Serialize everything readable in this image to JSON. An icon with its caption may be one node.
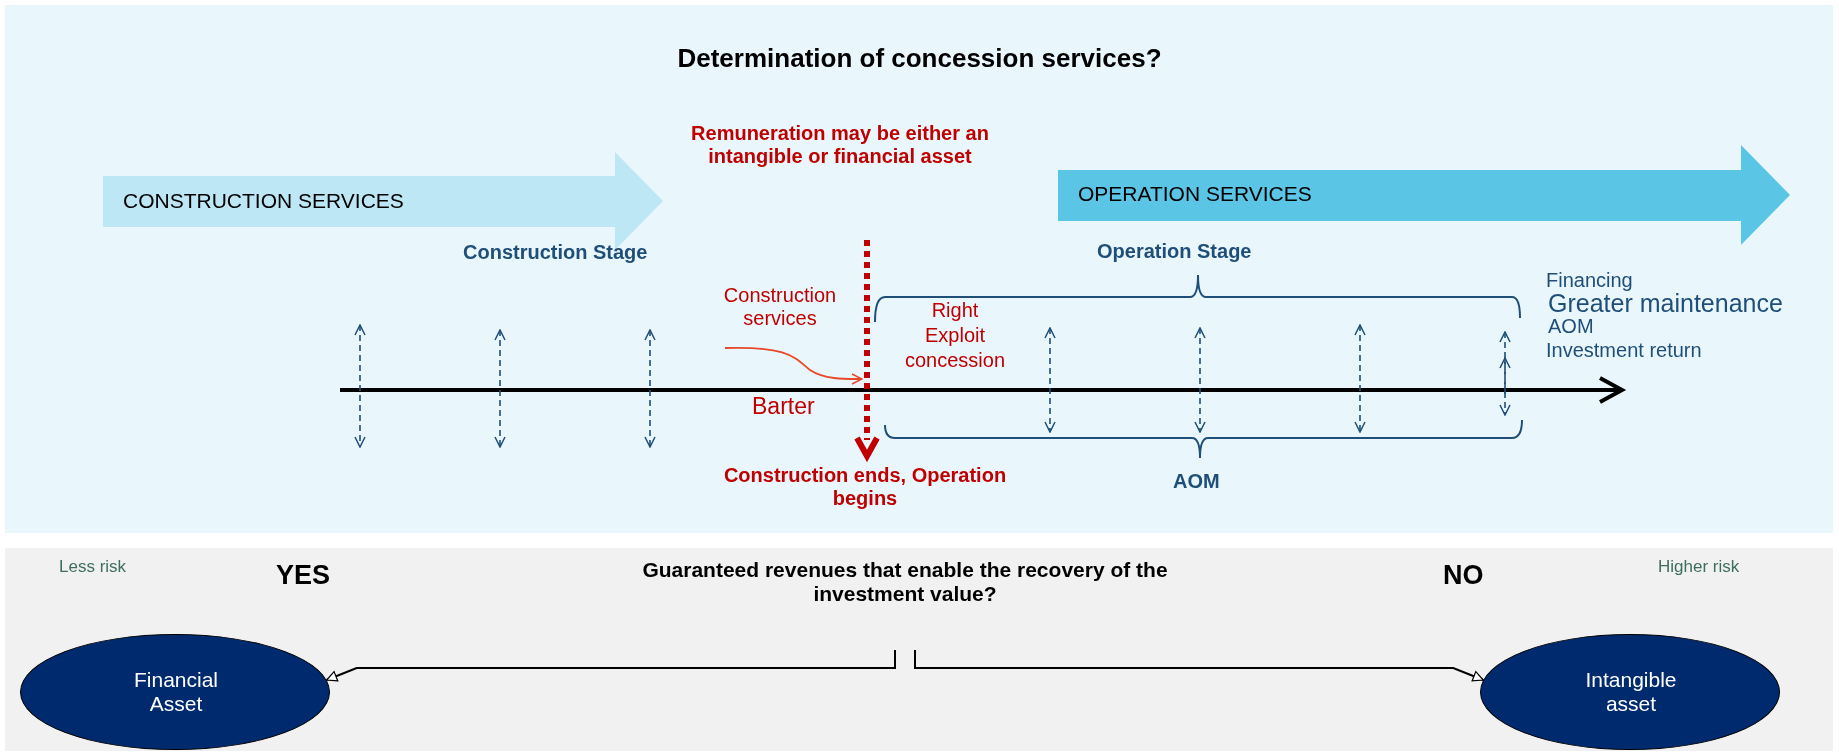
{
  "diagram": {
    "title": "Determination of concession services?",
    "nodes": [
      {
        "text": [
          "CONSTRUCTION SERVICES"
        ]
      },
      {
        "text": [
          "OPERATION SERVICES"
        ]
      },
      {
        "text": [
          "Construction services"
        ]
      },
      {
        "text": [
          "Financial Asset"
        ]
      },
      {
        "text": [
          "Intangible asset"
        ]
      },
      {
        "text": [
          "Guaranteed revenues that enable the recovery of the investment value?"
        ]
      }
    ],
    "edges": [
      {
        "from": 2,
        "to": null,
        "arrow": "to",
        "color": "#e8492a"
      },
      {
        "from": 5,
        "to": 3,
        "arrow": "to"
      },
      {
        "from": 5,
        "to": 4,
        "arrow": "to"
      }
    ],
    "labels": [
      "Remuneration may be either an intangible or financial asset",
      "Construction Stage",
      "Operation Stage",
      "Financing",
      "Greater maintenance",
      "AOM",
      "Investment return",
      "Right Exploit concession",
      "Barter",
      "Construction ends, Operation begins",
      "AOM",
      "Less risk",
      "YES",
      "NO",
      "Higher risk"
    ]
  }
}
